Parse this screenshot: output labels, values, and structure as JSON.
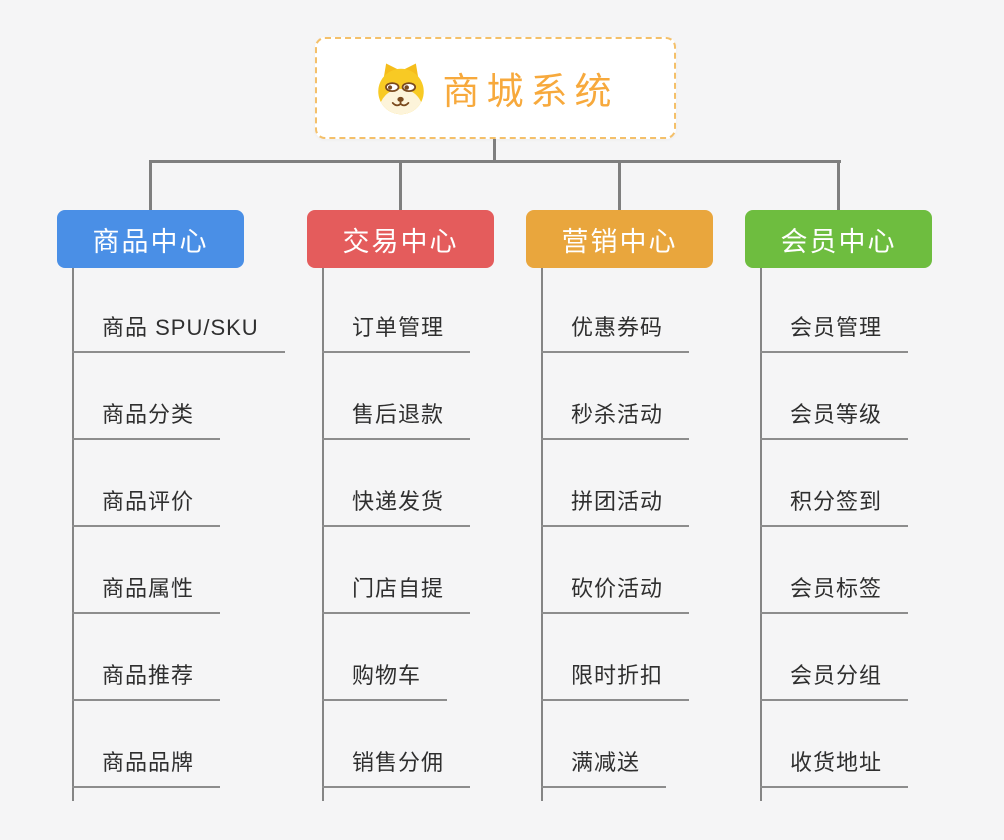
{
  "root": {
    "title": "商城系统",
    "icon": "dog-face",
    "accent_color": "#f7a93c",
    "border_color": "#f4c06a"
  },
  "background_color": "#f5f5f6",
  "connector_color": "#7f7f7f",
  "branches": [
    {
      "label": "商品中心",
      "color": "#4a8fe6",
      "children": [
        "商品 SPU/SKU",
        "商品分类",
        "商品评价",
        "商品属性",
        "商品推荐",
        "商品品牌"
      ]
    },
    {
      "label": "交易中心",
      "color": "#e45c5c",
      "children": [
        "订单管理",
        "售后退款",
        "快递发货",
        "门店自提",
        "购物车",
        "销售分佣"
      ]
    },
    {
      "label": "营销中心",
      "color": "#e9a63d",
      "children": [
        "优惠券码",
        "秒杀活动",
        "拼团活动",
        "砍价活动",
        "限时折扣",
        "满减送"
      ]
    },
    {
      "label": "会员中心",
      "color": "#6ebd3f",
      "children": [
        "会员管理",
        "会员等级",
        "积分签到",
        "会员标签",
        "会员分组",
        "收货地址"
      ]
    }
  ]
}
